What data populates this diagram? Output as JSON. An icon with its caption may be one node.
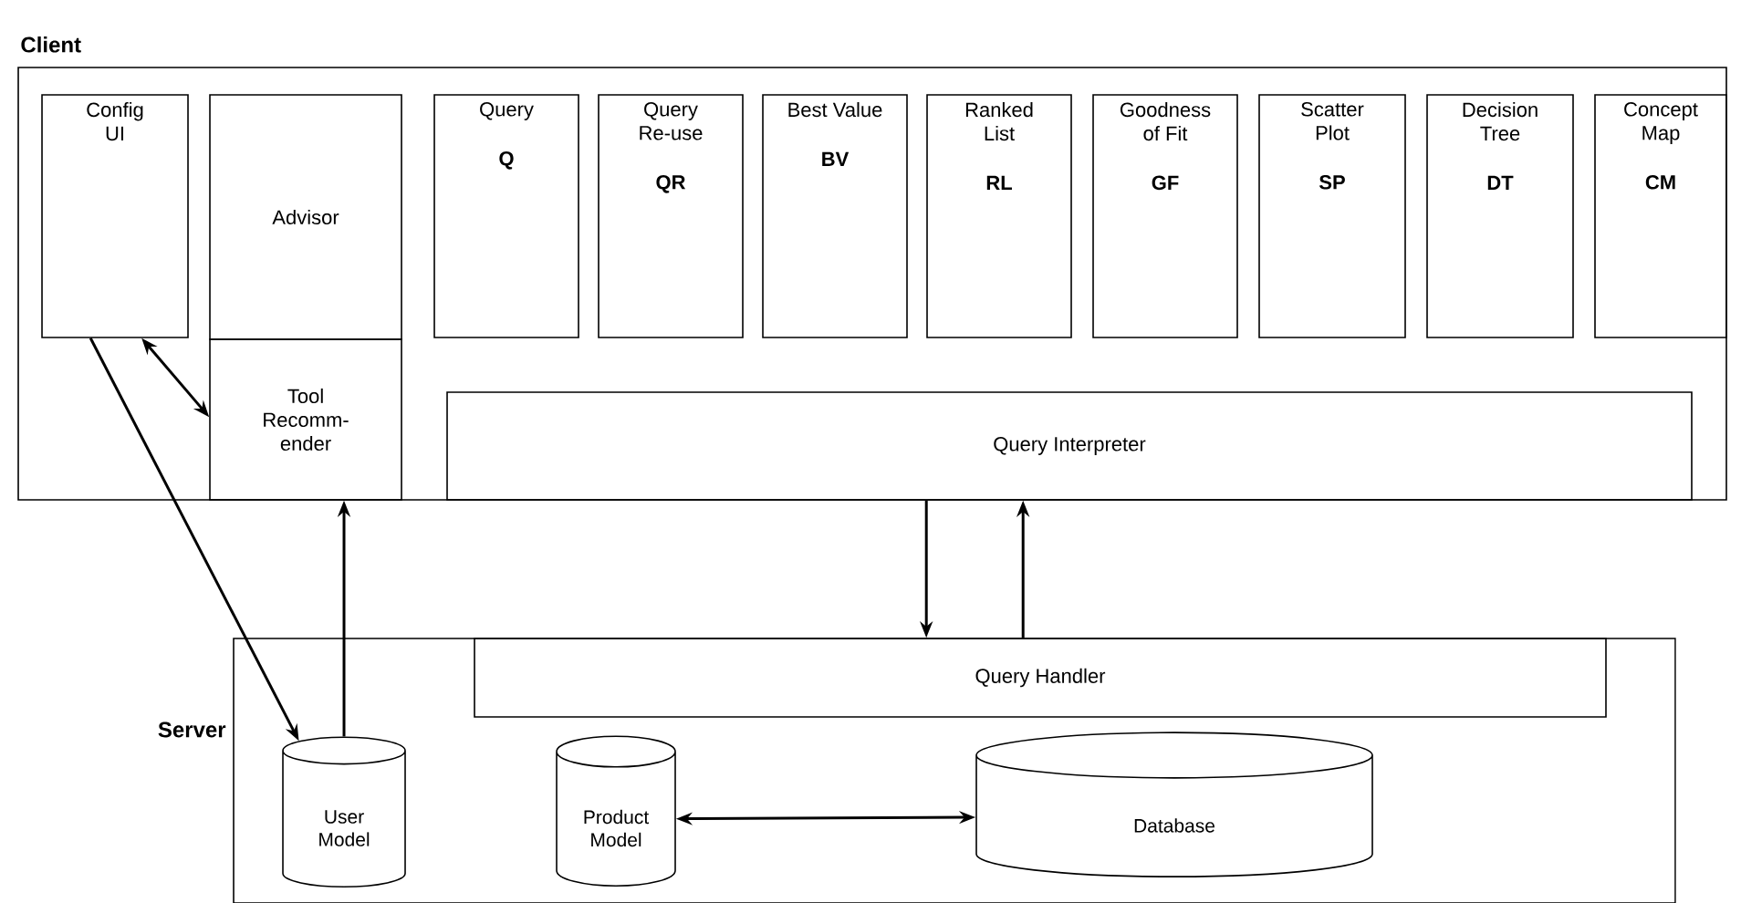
{
  "diagram": {
    "nodes": [
      {
        "text": [
          "Client"
        ]
      },
      {
        "text": [
          "Config UI"
        ],
        "in": 0
      },
      {
        "text": [
          "Advisor"
        ],
        "in": 0
      },
      {
        "text": [
          "Tool Recomm- ender"
        ],
        "in": 0
      },
      {
        "text": [
          "Query",
          "Q"
        ],
        "in": 0
      },
      {
        "text": [
          "Query Re-use",
          "QR"
        ],
        "in": 0
      },
      {
        "text": [
          "Best Value",
          "BV"
        ],
        "in": 0
      },
      {
        "text": [
          "Ranked List",
          "RL"
        ],
        "in": 0
      },
      {
        "text": [
          "Goodness of Fit",
          "GF"
        ],
        "in": 0
      },
      {
        "text": [
          "Scatter Plot",
          "SP"
        ],
        "in": 0
      },
      {
        "text": [
          "Decision Tree",
          "DT"
        ],
        "in": 0
      },
      {
        "text": [
          "Concept Map",
          "CM"
        ],
        "in": 0
      },
      {
        "text": [
          "Query Interpreter"
        ],
        "in": 0
      },
      {
        "text": [
          "Server"
        ]
      },
      {
        "text": [
          "Query Handler"
        ],
        "in": 13
      },
      {
        "text": [
          "User Model"
        ],
        "in": 13
      },
      {
        "text": [
          "Product Model"
        ],
        "in": 13
      },
      {
        "text": [
          "Database"
        ],
        "in": 13
      }
    ],
    "edges": [
      {
        "from": 1,
        "to": 15,
        "arrow": "to"
      },
      {
        "from": 1,
        "to": 3,
        "arrow": "both"
      },
      {
        "from": 15,
        "to": 3,
        "arrow": "to"
      },
      {
        "from": 12,
        "to": 14,
        "arrow": "to"
      },
      {
        "from": 14,
        "to": 12,
        "arrow": "to"
      },
      {
        "from": 16,
        "to": 17,
        "arrow": "both"
      }
    ]
  }
}
